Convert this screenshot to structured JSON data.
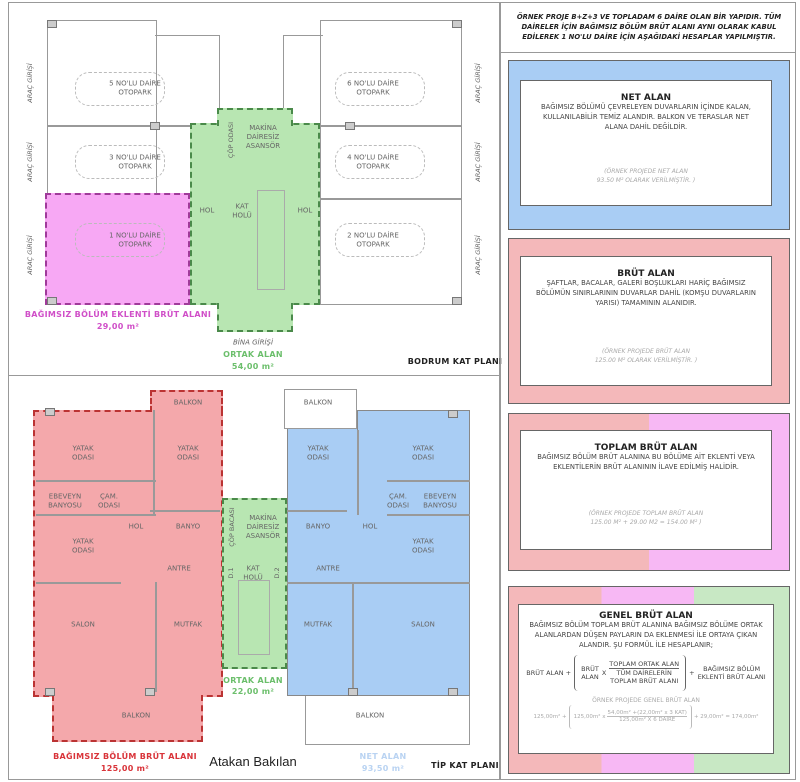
{
  "bodrum": {
    "title": "BODRUM KAT PLANI",
    "parking": [
      "5 NO'LU DAİRE\nOTOPARK",
      "3 NO'LU DAİRE\nOTOPARK",
      "1 NO'LU DAİRE\nOTOPARK",
      "6 NO'LU DAİRE\nOTOPARK",
      "4 NO'LU DAİRE\nOTOPARK",
      "2 NO'LU DAİRE\nOTOPARK"
    ],
    "vehicle_entry": "ARAÇ GİRİŞİ",
    "trash_room": "ÇÖP ODASI",
    "elevator": "MAKİNA\nDAİRESİZ\nASANSÖR",
    "hall": "HOL",
    "floor_hall": "KAT\nHOLÜ",
    "building_entry": "BİNA GİRİŞİ",
    "common_label": "ORTAK ALAN",
    "common_value": "54,00 m²",
    "annex_label": "BAĞIMSIZ BÖLÜM EKLENTİ BRÜT ALANI",
    "annex_value": "29,00 m²"
  },
  "tip": {
    "title": "TİP KAT PLANI",
    "rooms": {
      "balkon": "BALKON",
      "yatak": "YATAK\nODASI",
      "ebeveyn": "EBEVEYN\nBANYOSU",
      "cam": "ÇAM.\nODASI",
      "hol": "HOL",
      "banyo": "BANYO",
      "antre": "ANTRE",
      "salon": "SALON",
      "mutfak": "MUTFAK",
      "cop": "ÇÖP BACASI",
      "asansor": "MAKİNA\nDAİRESİZ\nASANSÖR",
      "kat": "KAT\nHOLÜ",
      "d1": "D.1",
      "d2": "D.2"
    },
    "common_label": "ORTAK ALAN",
    "common_value": "22,00 m²",
    "gross_label": "BAĞIMSIZ BÖLÜM BRÜT ALANI",
    "gross_value": "125,00 m²",
    "net_label": "NET ALAN",
    "net_value": "93,50 m²",
    "author": "Atakan Bakılan"
  },
  "right": {
    "intro": "ÖRNEK PROJE B+Z+3 VE TOPLADAM 6 DAİRE OLAN BİR YAPIDIR. TÜM DAİRELER İÇİN BAĞIMSIZ BÖLÜM BRÜT ALANI AYNI OLARAK KABUL EDİLEREK 1 NO'LU DAİRE İÇİN AŞAĞIDAKİ HESAPLAR YAPILMIŞTIR.",
    "cards": [
      {
        "title": "NET ALAN",
        "desc": "BAĞIMSIZ BÖLÜMÜ ÇEVRELEYEN DUVARLARIN İÇİNDE KALAN, KULLANILABİLİR TEMİZ ALANDIR. BALKON VE TERASLAR NET ALANA DAHİL DEĞİLDİR.",
        "example": "(ÖRNEK PROJEDE NET ALAN\n93.50 M² OLARAK VERİLMİŞTİR. )"
      },
      {
        "title": "BRÜT ALAN",
        "desc": "ŞAFTLAR, BACALAR, GALERİ BOŞLUKLARI HARİÇ BAĞIMSIZ BÖLÜMÜN SINIRLARININ DUVARLAR DAHİL (KOMŞU DUVARLARIN YARISI) TAMAMININ ALANIDIR.",
        "example": "(ÖRNEK PROJEDE BRÜT ALAN\n125.00 M² OLARAK VERİLMİŞTİR. )"
      },
      {
        "title": "TOPLAM BRÜT ALAN",
        "desc": "BAĞIMSIZ BÖLÜM BRÜT ALANINA BU BÖLÜME AİT EKLENTİ VEYA EKLENTİLERİN BRÜT ALANININ İLAVE EDİLMİŞ HALİDİR.",
        "example": "(ÖRNEK PROJEDE TOPLAM BRÜT ALAN\n125.00 M² + 29.00 M2 = 154.00 M² )"
      },
      {
        "title": "GENEL BRÜT ALAN",
        "desc": "BAĞIMSIZ BÖLÜM TOPLAM BRÜT ALANINA BAĞIMSIZ BÖLÜME ORTAK ALANLARDAN DÜŞEN PAYLARIN DA EKLENMESİ İLE ORTAYA ÇIKAN ALANDIR. ŞU FORMÜL İLE HESAPLANIR;",
        "example": "ÖRNEK PROJEDE GENEL BRÜT ALAN"
      }
    ],
    "formula": {
      "a": "BRÜT ALAN +",
      "b": "BRÜT\nALAN",
      "x": "X",
      "num": "TOPLAM ORTAK ALAN",
      "den": "TÜM DAİRELERİN\nTOPLAM BRÜT ALANI",
      "plus": "+",
      "c": "BAĞIMSIZ BÖLÜM\nEKLENTİ BRÜT ALANI"
    },
    "example_formula": {
      "a": "125,00m² +",
      "b": "125,00m² x",
      "num": "54,00m² +(22,00m² x 3 KAT)",
      "den": "125,00m² X 6 DAİRE",
      "c": "+ 29,00m² = 174,00m²"
    }
  },
  "colors": {
    "red": "#f4a8ab",
    "blue": "#a9cdf4",
    "green": "#b8e6b2",
    "magenta": "#f7a8f4"
  }
}
